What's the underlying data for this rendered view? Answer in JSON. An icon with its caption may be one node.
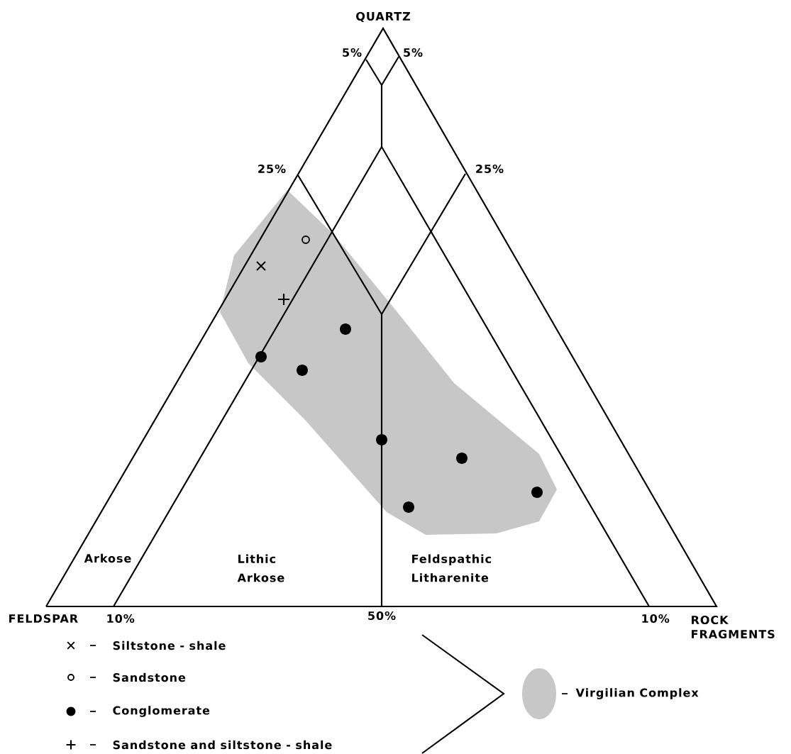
{
  "diagram": {
    "labels": [
      "QUARTZ",
      "5%",
      "5%",
      "25%",
      "25%",
      "Arkose",
      "Lithic Arkose",
      "Feldspathic Litharenite",
      "FELDSPAR",
      "10%",
      "50%",
      "10%",
      "ROCK FRAGMENTS"
    ],
    "legend": [
      {
        "text": "Siltstone - shale"
      },
      {
        "text": "Sandstone"
      },
      {
        "text": "Conglomerate"
      },
      {
        "text": "Sandstone and siltstone - shale"
      },
      {
        "text": "Virgilian Complex"
      }
    ]
  }
}
